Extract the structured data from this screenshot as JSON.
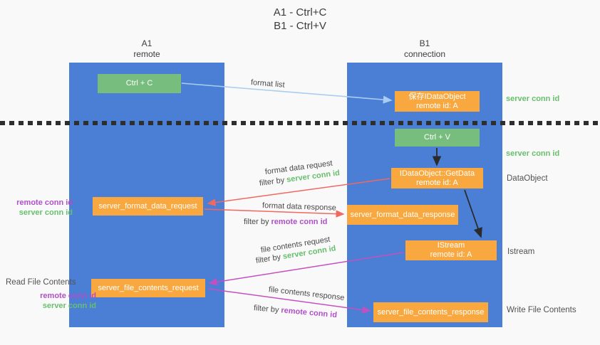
{
  "title": {
    "line1": "A1 - Ctrl+C",
    "line2": "B1 - Ctrl+V"
  },
  "lanes": {
    "a1": {
      "line1": "A1",
      "line2": "remote"
    },
    "b1": {
      "line1": "B1",
      "line2": "connection"
    }
  },
  "nodes": {
    "ctrl_c": "Ctrl + C",
    "save_obj_l1": "保存IDataObject",
    "save_obj_l2": "remote id: A",
    "ctrl_v": "Ctrl + V",
    "getdata_l1": "IDataObject::GetData",
    "getdata_l2": "remote id: A",
    "format_request": "server_format_data_request",
    "format_response": "server_format_data_response",
    "istream_l1": "IStream",
    "istream_l2": "remote id: A",
    "file_request": "server_file_contents_request",
    "file_response": "server_file_contents_response"
  },
  "edge_labels": {
    "format_list": "format list",
    "format_data_request": "format data request",
    "format_data_response": "format data response",
    "file_contents_request": "file contents request",
    "file_contents_response": "file contents response",
    "filter_by": "filter by ",
    "server_conn_id": "server conn id",
    "remote_conn_id": "remote conn id"
  },
  "annotations": {
    "right_server_conn_id_1": "server conn id",
    "right_server_conn_id_2": "server conn id",
    "right_dataobject": "DataObject",
    "right_istream": "Istream",
    "right_write_file": "Write File Contents",
    "left_remote_conn_id_1": "remote conn id",
    "left_server_conn_id_1": "server conn id",
    "left_read_file": "Read File Contents",
    "left_remote_conn_id_2": "remote conn id",
    "left_server_conn_id_2": "server conn id"
  },
  "colors": {
    "lane_blue": "#4a7fd5",
    "green_box": "#77be7e",
    "orange_box": "#f9a840",
    "arrow_blue": "#a9cdf0",
    "arrow_red": "#f0685f",
    "arrow_magenta": "#c64fc0",
    "arrow_black": "#2b2b2b",
    "label_green": "#67bf6d",
    "label_purple": "#b04fc8",
    "text_grey": "#525252"
  }
}
